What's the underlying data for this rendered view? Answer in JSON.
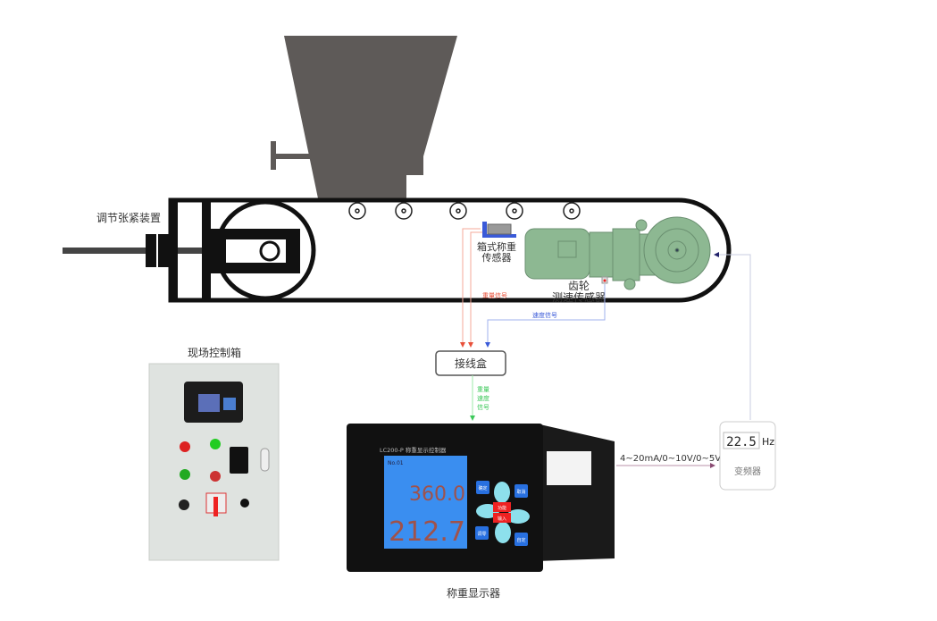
{
  "labels": {
    "tensioner": "调节张紧装置",
    "load_cell": [
      "箱式称重",
      "传感器"
    ],
    "gear_sensor": [
      "齿轮",
      "测速传感器"
    ],
    "weight_signal": "重量信号",
    "speed_signal": "速度信号",
    "junction_box": "接线盒",
    "combined_signal": [
      "重量",
      "速度",
      "信号"
    ],
    "control_cabinet": "现场控制箱",
    "display_controller": "称重显示器",
    "output_signal": "4~20mA/0~10V/0~5V",
    "vfd": "变频器"
  },
  "display": {
    "model": "LC200-P 称重显示控制器",
    "channel": "No.01",
    "value_top": "360.0",
    "value_bottom": "212.7",
    "buttons": [
      "确定",
      "取消",
      "功能",
      "输入",
      "调零",
      "自定"
    ]
  },
  "vfd_readout": {
    "value": "22.5",
    "unit": "Hz"
  },
  "colors": {
    "motor": "#8db892",
    "weight_signal": "#e8503a",
    "speed_signal": "#3a5ad8",
    "combined_signal": "#3cc85a",
    "output_line": "#8a4a72",
    "feedback_line": "#c8cce0"
  }
}
